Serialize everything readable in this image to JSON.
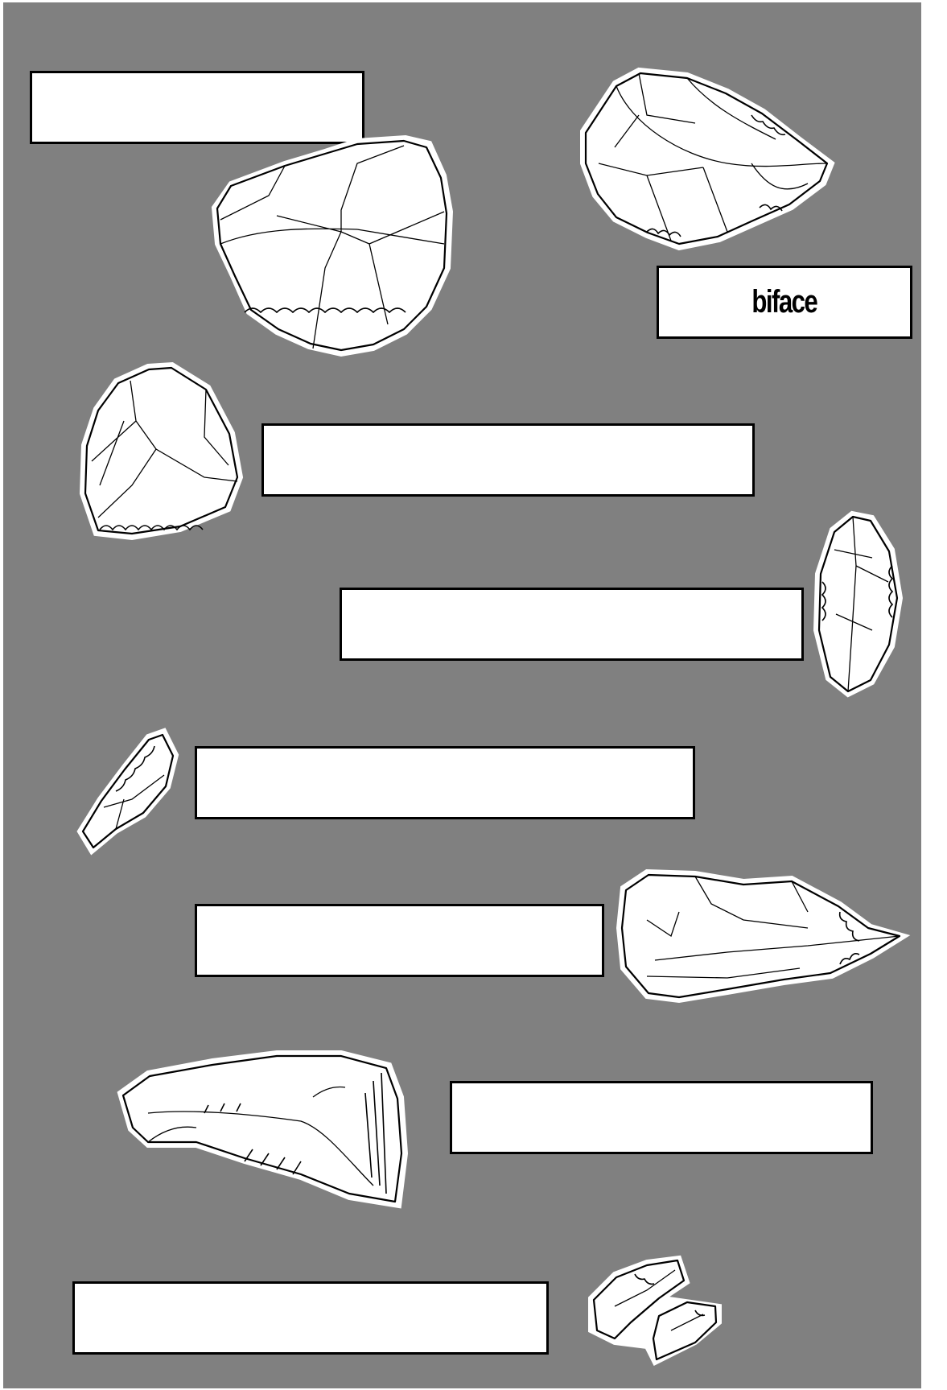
{
  "worksheet": {
    "background_color": "#808080",
    "labels": [
      {
        "id": "label-1",
        "text": ""
      },
      {
        "id": "label-2",
        "text": "biface"
      },
      {
        "id": "label-3",
        "text": ""
      },
      {
        "id": "label-4",
        "text": ""
      },
      {
        "id": "label-5",
        "text": ""
      },
      {
        "id": "label-6",
        "text": ""
      },
      {
        "id": "label-7",
        "text": ""
      },
      {
        "id": "label-8",
        "text": ""
      }
    ]
  }
}
